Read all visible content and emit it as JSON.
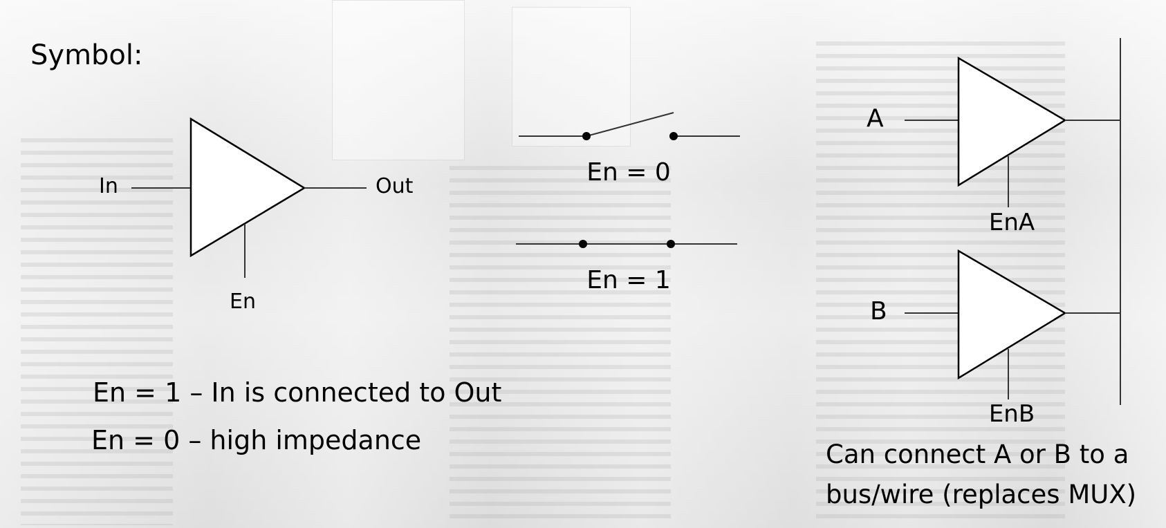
{
  "symbol_heading": "Symbol:",
  "buffer": {
    "input_label": "In",
    "output_label": "Out",
    "enable_label": "En"
  },
  "switch": {
    "open_caption": "En = 0",
    "closed_caption": "En = 1"
  },
  "notes": {
    "line1": "En = 1 – In is connected to Out",
    "line2": "En = 0 – high impedance"
  },
  "bus": {
    "buffer_a_input": "A",
    "buffer_a_enable": "EnA",
    "buffer_b_input": "B",
    "buffer_b_enable": "EnB",
    "caption_line1": "Can connect A or B to a",
    "caption_line2": "bus/wire (replaces MUX)"
  }
}
